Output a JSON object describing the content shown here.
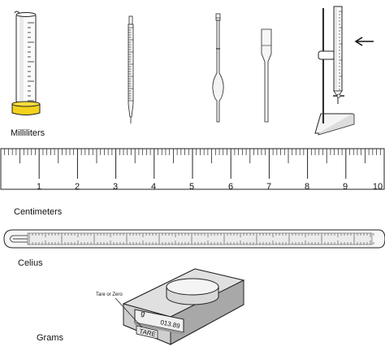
{
  "labels": {
    "milliliters": "Milliliters",
    "centimeters": "Centimeters",
    "celsius": "Celius",
    "grams": "Grams"
  },
  "ruler": {
    "numbers": [
      "1",
      "2",
      "3",
      "4",
      "5",
      "6",
      "7",
      "8",
      "9",
      "10"
    ]
  },
  "scale": {
    "tare_callout": "Tare or Zero",
    "display_unit": "g",
    "display_value": "013.89",
    "tare_button": "TARE"
  },
  "colors": {
    "cylinder_base": "#f2d21c",
    "outline": "#222222",
    "glass_shade": "#e6e6e6"
  }
}
